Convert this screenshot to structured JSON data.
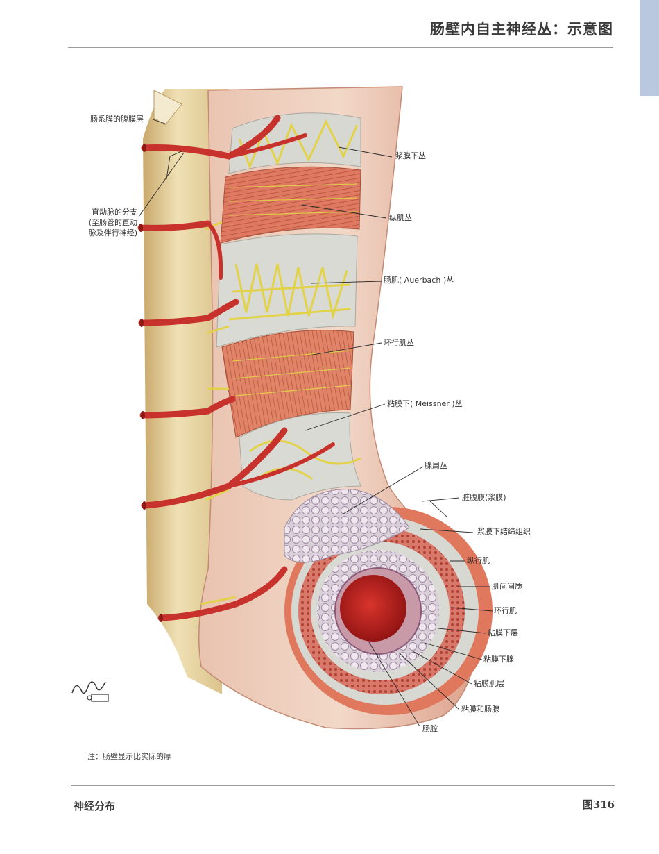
{
  "page": {
    "title": "肠壁内自主神经丛：示意图",
    "section": "神经分布",
    "figure": "图316",
    "note": "注：肠壁显示比实际的厚"
  },
  "labels": {
    "mesentery_peritoneum": "肠系膜的腹膜层",
    "straight_artery_branch": [
      "直动脉的分支",
      "(至肠管的直动",
      "脉及伴行神经)"
    ],
    "subserosal_plexus": "浆膜下丛",
    "longitudinal_muscle_plexus": "纵肌丛",
    "myenteric_plexus": "肠肌( Auerbach )丛",
    "circular_muscle_plexus": "环行肌丛",
    "submucosal_plexus": "粘膜下( Meissner )丛",
    "periglandular_plexus": "腺周丛",
    "visceral_peritoneum": "脏腹膜(浆膜)",
    "subserosal_connective": "浆膜下结缔组织",
    "longitudinal_muscle": "纵行肌",
    "intermuscular_stroma": "肌间间质",
    "circular_muscle": "环行肌",
    "submucosa": "粘膜下层",
    "submucosal_glands": "粘膜下腺",
    "muscularis_mucosae": "粘膜肌层",
    "mucosa_glands": "粘膜和肠腺",
    "lumen": "肠腔"
  },
  "colors": {
    "artery": "#c8322c",
    "nerve": "#e2d24a",
    "muscle": "#d9705a",
    "mesentery": "#e9d7a6",
    "serosa": "#d8d8d0",
    "lumen": "#b01e1e",
    "mucosa": "#b59ab8",
    "tab": "#b9c7df"
  }
}
